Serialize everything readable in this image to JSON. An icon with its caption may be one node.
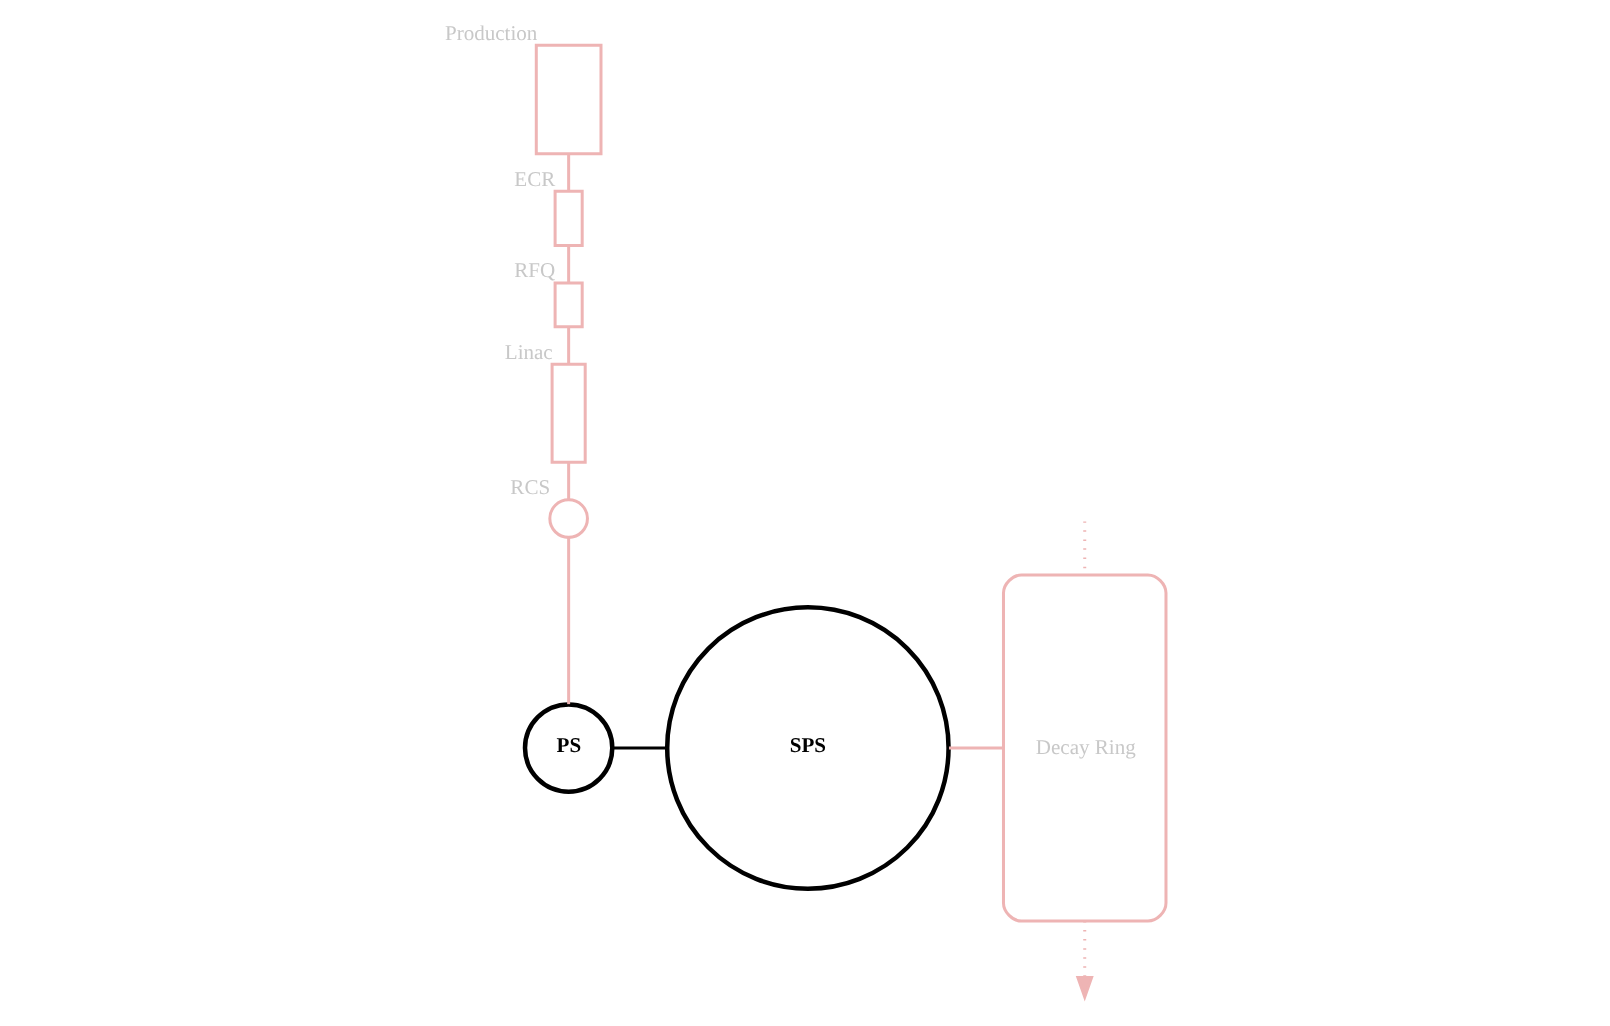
{
  "diagram": {
    "nodes": [
      {
        "text": [],
        "shape": "box",
        "beside": [
          "Production"
        ]
      },
      {
        "text": [],
        "shape": "box",
        "beside": [
          "ECR"
        ]
      },
      {
        "text": [],
        "shape": "box",
        "beside": [
          "RFQ"
        ]
      },
      {
        "text": [],
        "shape": "box",
        "beside": [
          "Linac"
        ]
      },
      {
        "text": [],
        "shape": "circle",
        "beside": [
          "RCS"
        ]
      },
      {
        "text": [
          "PS"
        ]
      },
      {
        "text": [
          "SPS"
        ]
      },
      {
        "text": [
          "Decay Ring"
        ]
      }
    ],
    "edges": [
      {
        "from": 0,
        "to": 1,
        "arrow": "none"
      },
      {
        "from": 1,
        "to": 2,
        "arrow": "none"
      },
      {
        "from": 2,
        "to": 3,
        "arrow": "none"
      },
      {
        "from": 3,
        "to": 4,
        "arrow": "none"
      },
      {
        "from": 4,
        "to": 5,
        "arrow": "none"
      },
      {
        "from": 5,
        "to": 6,
        "arrow": "none",
        "color": "#000000"
      },
      {
        "from": 6,
        "to": 7,
        "arrow": "none"
      },
      {
        "from": 7,
        "to": null,
        "arrow": "to",
        "style": "dashed"
      },
      {
        "from": 7,
        "to": null,
        "arrow": "none",
        "style": "dashed"
      }
    ]
  }
}
